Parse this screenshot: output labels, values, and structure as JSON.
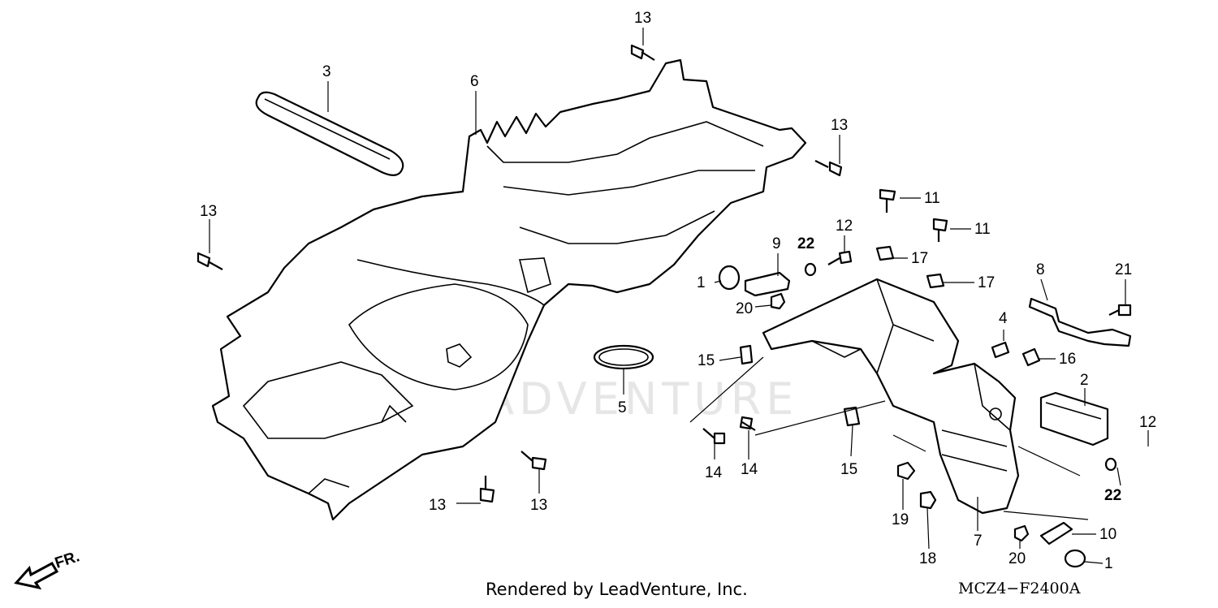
{
  "footer": {
    "credit": "Rendered by LeadVenture, Inc.",
    "diagram_code": "MCZ4−F2400A"
  },
  "watermark": "LEADVENTURE",
  "direction": {
    "label": "FR."
  },
  "callouts": {
    "c1a": "1",
    "c1b": "1",
    "c2": "2",
    "c3": "3",
    "c4": "4",
    "c5": "5",
    "c6": "6",
    "c7": "7",
    "c8": "8",
    "c9": "9",
    "c10": "10",
    "c11a": "11",
    "c11b": "11",
    "c12a": "12",
    "c12b": "12",
    "c13a": "13",
    "c13b": "13",
    "c13c": "13",
    "c13d": "13",
    "c13e": "13",
    "c14a": "14",
    "c14b": "14",
    "c15a": "15",
    "c15b": "15",
    "c16": "16",
    "c17a": "17",
    "c17b": "17",
    "c18": "18",
    "c19": "19",
    "c20a": "20",
    "c20b": "20",
    "c21": "21",
    "c22a": "22",
    "c22b": "22"
  }
}
